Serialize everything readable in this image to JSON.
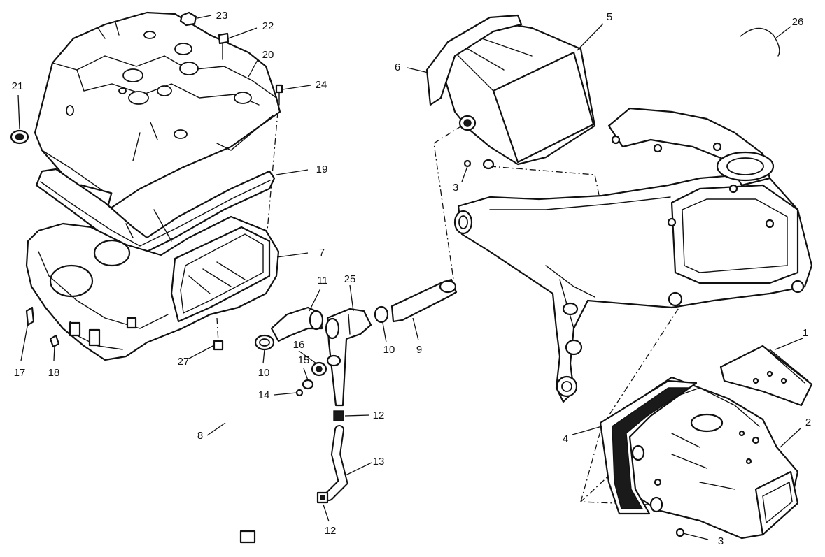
{
  "callouts": [
    {
      "id": "p1",
      "label": "1"
    },
    {
      "id": "p2",
      "label": "2"
    },
    {
      "id": "p3a",
      "label": "3"
    },
    {
      "id": "p3b",
      "label": "3"
    },
    {
      "id": "p4",
      "label": "4"
    },
    {
      "id": "p5",
      "label": "5"
    },
    {
      "id": "p6",
      "label": "6"
    },
    {
      "id": "p7",
      "label": "7"
    },
    {
      "id": "p8",
      "label": "8"
    },
    {
      "id": "p9",
      "label": "9"
    },
    {
      "id": "p10a",
      "label": "10"
    },
    {
      "id": "p10b",
      "label": "10"
    },
    {
      "id": "p11",
      "label": "11"
    },
    {
      "id": "p12a",
      "label": "12"
    },
    {
      "id": "p12b",
      "label": "12"
    },
    {
      "id": "p13",
      "label": "13"
    },
    {
      "id": "p14",
      "label": "14"
    },
    {
      "id": "p15",
      "label": "15"
    },
    {
      "id": "p16",
      "label": "16"
    },
    {
      "id": "p17",
      "label": "17"
    },
    {
      "id": "p18",
      "label": "18"
    },
    {
      "id": "p19",
      "label": "19"
    },
    {
      "id": "p20",
      "label": "20"
    },
    {
      "id": "p21",
      "label": "21"
    },
    {
      "id": "p22",
      "label": "22"
    },
    {
      "id": "p23",
      "label": "23"
    },
    {
      "id": "p24",
      "label": "24"
    },
    {
      "id": "p25",
      "label": "25"
    },
    {
      "id": "p26",
      "label": "26"
    },
    {
      "id": "p27",
      "label": "27"
    }
  ]
}
